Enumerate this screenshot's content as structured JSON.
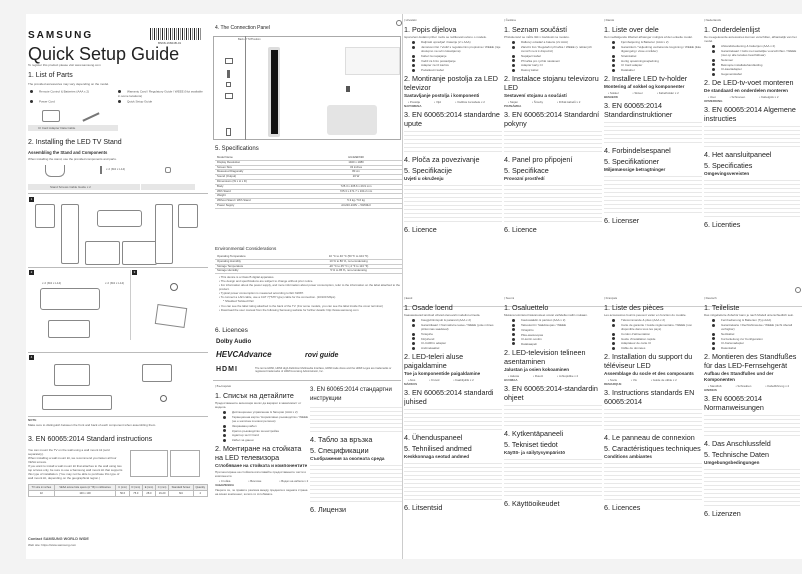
{
  "page1": {
    "brand": "SAMSUNG",
    "barcode_number": "BN68-16824B-01",
    "title": "Quick Setup Guide",
    "register_text": "To register this product please visit www.samsung.com",
    "list_of_parts": {
      "heading": "1. List of Parts",
      "note": "The provided accessories may vary depending on the model.",
      "items": [
        "Remote Control & Batteries (AAA x 2)",
        "Warranty Card / Regulatory Guide / WEEE (Not available in some locations)",
        "Power Cord",
        "Quick Setup Guide",
        "CI Card Adapter Data Cable"
      ]
    },
    "stand": {
      "heading": "2. Installing the LED TV Stand",
      "subheading": "Assembling the Stand and Components",
      "intro": "When installing the stand, use the provided components and parts.",
      "parts_caption": "Stand  Screws  Cable Guide x 2",
      "screw_label": "x 2 (M4 x L14)",
      "step_labels": [
        "1",
        "2",
        "3",
        "4"
      ],
      "screw_spec": "x 2 (M4 x L14)",
      "note_label": "NOTE",
      "note_text": "Make sure to distinguish between the front and back of each component when assembling them."
    },
    "en60065": {
      "heading": "3. EN 60065:2014 Standard instructions",
      "paragraphs": [
        "You can mount the TV on the wall using a wall mount kit (sold separately).",
        "When installing a wall mount kit, we recommend you fasten all four VESA screws.",
        "If you want to install a wall mount kit that attaches to the wall using two top screws only, be sure to use a Samsung wall mount kit that supports this type of installation. (You may not be able to purchase this type of wall mount kit, depending on the geographical region.)"
      ],
      "table": {
        "headers": [
          "TV size in inches",
          "VESA screw hole specs (A * B) in millimetres",
          "C (mm)",
          "D (mm)",
          "E (mm)",
          "C (mm)",
          "Standard Screw",
          "Quantity"
        ],
        "rows": [
          [
            "32",
            "100 x 100",
            "50.6",
            "75.0",
            "28.0",
            "16-20",
            "M4",
            "4"
          ]
        ]
      }
    },
    "contact": {
      "heading": "Contact SAMSUNG WORLD WIDE",
      "website": "Web site: https://www.samsung.com"
    },
    "connection_panel": {
      "heading": "4. The Connection Panel",
      "back_label": "Back of TV/Position",
      "ports": [
        "OPTICAL",
        "USB",
        "LAN",
        "HDMI",
        "HDMI",
        "HDMI",
        "ANT IN",
        "AV"
      ]
    },
    "specifications": {
      "heading": "5. Specifications",
      "rows": [
        [
          "Model Name",
          "HG32EF690"
        ],
        [
          "Display Resolution",
          "1920 x 1080"
        ],
        [
          "Screen Size",
          "32 inches"
        ],
        [
          "Measured Diagonally",
          "80 cm"
        ],
        [
          "Sound (Output)",
          "20 W"
        ],
        [
          "Dimensions (W x H x D)",
          ""
        ],
        [
          "Body",
          "725.3 x 435.6 x 29.9 mm"
        ],
        [
          "With Stand",
          "725.3 x 471.7 x 164.2 mm"
        ],
        [
          "Weight",
          ""
        ],
        [
          "Without Stand / With Stand",
          "5.3 kg / 5.6 kg"
        ],
        [
          "Power Supply",
          "AC220-240V ~ 50/60Hz"
        ]
      ]
    },
    "environment": {
      "heading": "Environmental Considerations",
      "rows": [
        [
          "Operating Temperature",
          "10 °C to 40 °C (50 °F to 104 °F)"
        ],
        [
          "Operating Humidity",
          "10 % to 80 %, non-condensing"
        ],
        [
          "Storage Temperature",
          "-20 °C to 45 °C (-4 °F to 113 °F)"
        ],
        [
          "Storage Humidity",
          "5 % to 95 %, non-condensing"
        ]
      ],
      "bullets": [
        "This device is a Class B digital apparatus.",
        "The design and specifications are subject to change without prior notice.",
        "For information about the power supply, and more information about power consumption, refer to the information on the label attached to the product.",
        "Typical power consumption is measured according to IEC 62087.",
        "To connect a LAN cable, use a CAT 7(*STP type) cable for the connection. (10/100 Mbps)",
        "* Shielded Twisted Pair",
        "You can see the label rating attached to the back of the TV. (For some models, you can see the label inside the cover terminal.)",
        "Download the user manual from the following Samsung website for further details: http://www.samsung.com"
      ]
    },
    "licences": {
      "heading": "6. Licences",
      "dolby": "Dolby Audio",
      "hevc": "HEVCAdvance",
      "rovi": "rovi guide",
      "hdmi": "HDMI",
      "hdmi_text": "The terms HDMI, HDMI High-Definition Multimedia Interface, HDMI trade dress and the HDMI Logos are trademarks or registered trademarks of HDMI Licensing Administrator, Inc."
    },
    "bulgarian": {
      "lang": "| Български",
      "h1": "1. Списък на детайлите",
      "intro": "Предоставените аксесоари могат да варират в зависимост от модела.",
      "items": [
        "Дистанционно управление & батерии (AAA x 2)",
        "Гаранционна карта / Нормативно ръководство / WEEE (не е наличен в някои региони)",
        "Захранващ кабел",
        "Кратко ръководство за настройка",
        "Адаптер за CI Card",
        "Кабел за данни"
      ],
      "h2": "2. Монтиране на стойката на LED телевизора",
      "sub2": "Сглобяване на стойката и компонентите",
      "intro2": "При монтиране на стойката използвайте предоставените части и компоненти.",
      "parts2": [
        "Стойка",
        "Винтове",
        "Водач на кабела x 2"
      ],
      "note_label": "ЗАБЕЛЕЖКА",
      "note": "Уверете се, че правите разлика между предната и задната страна на всеки компонент, когато ги сглобявате.",
      "h3": "3. EN 60065:2014 стандартни инструкции",
      "h4": "4. Табло за връзка",
      "h5": "5. Спецификации",
      "sub5": "Съображения за околната среда",
      "h6": "6. Лицензи"
    }
  },
  "page2": {
    "languages": [
      {
        "lang": "| Hrvatski",
        "h1": "1. Popis dijelova",
        "intro": "Isporučeni dodatni pribor može se razlikovati ovisno o modelu.",
        "items": [
          "Daljinski upravljač i baterije (2 x AAA)",
          "Jamstveni list / Vodič s regulatornim propisima / WEEE (nije dostupno na svim lokacijama)",
          "Kabel za napajanje",
          "Vodič za brzo postavljanje",
          "Adapter za CI karticu",
          "Podatkovni kabel"
        ],
        "h2": "2. Montiranje postolja za LED televizor",
        "sub2": "Sastavljanje postolja i komponenti",
        "parts2": [
          "Postolje",
          "Vijci",
          "Vodilica za kabele x 2"
        ],
        "note_label": "NAPOMENA",
        "h3": "3. EN 60065:2014 standardne upute",
        "h4": "4. Ploča za povezivanje",
        "h5": "5. Specifikacije",
        "sub5": "Uvjeti u okruženju",
        "h6": "6. Licence"
      },
      {
        "lang": "| Čeština",
        "h1": "1. Seznam součástí",
        "intro": "Příslušenství se může lišit v závislosti na modelu.",
        "items": [
          "Dálkový ovladač a baterie (2x AAA)",
          "Záruční list / Regulační příručka / WEEE (v některých zemích není k dispozici)",
          "Napájecí kabel",
          "Příručka pro rychlé nastavení",
          "Adaptér karty CI",
          "Datový kabel"
        ],
        "h2": "2. Instalace stojanu televizoru LED",
        "sub2": "Sestavení stojanu a součástí",
        "parts2": [
          "Stojan",
          "Šrouby",
          "Držák kabelů x 2"
        ],
        "note_label": "POZNÁMKA",
        "h3": "3. EN 60065:2014 Standardní pokyny",
        "h4": "4. Panel pro připojení",
        "h5": "5. Specifikace",
        "sub5": "Provozní prostředí",
        "h6": "6. Licence"
      },
      {
        "lang": "| Dansk",
        "h1": "1. Liste over dele",
        "intro": "Det medfølgende tilbehør afhænger muligvis af den enkelte model.",
        "items": [
          "Fjernbetjening & Batterier (AAA x 2)",
          "Garantikort / Vejledning vedrørende lovgivning / WEEE (ikke tilgængelig i visse områder)",
          "Strømkabel",
          "Hurtig opsætningsvejledning",
          "CI Card adapter",
          "Datakabel"
        ],
        "h2": "2. Installere LED tv-holder",
        "sub2": "Montering af sokkel og komponenter",
        "parts2": [
          "Sokkel",
          "Skruer",
          "Kabelholder x 2"
        ],
        "note_label": "BEMÆRK",
        "h3": "3. EN 60065:2014 Standardinstruktioner",
        "h4": "4. Forbindelsespanel",
        "h5": "5. Specifikationer",
        "sub5": "Miljømæssige betragtninger",
        "h6": "6. Licenser"
      },
      {
        "lang": "| Nederlands",
        "h1": "1. Onderdelenlijst",
        "intro": "De meegeleverde accessoires kunnen verschillen, afhankelijk van het model.",
        "items": [
          "Afstandsbediening & batterijen (AAA x 2)",
          "Garantiekaart / Gids met wettelijke voorschriften / WEEE (niet op alle locaties beschikbaar)",
          "Netsnoer",
          "Beknopte installatiehandleiding",
          "CI-kaartadapter",
          "Gegevenskabel"
        ],
        "h2": "2. De LED-tv-voet monteren",
        "sub2": "De standaard en onderdelen monteren",
        "parts2": [
          "Voet",
          "Schroeven",
          "Kabelgids x 2"
        ],
        "note_label": "OPMERKING",
        "h3": "3. EN 60065:2014 Algemene instructies",
        "h4": "4. Het aansluitpaneel",
        "h5": "5. Specificaties",
        "sub5": "Omgevingsvereisten",
        "h6": "6. Licenties"
      },
      {
        "lang": "| Eesti",
        "h1": "1. Osade loend",
        "intro": "Kaasasolevad tarvikud võivad olenevalt mudelist erineda.",
        "items": [
          "Kaugjuhtimispult & patareid (AAA x 2)",
          "Garantiikaart / Normatiivne teave / WEEE (pole mõnes piirkonnas saadaval)",
          "Toitejuhe",
          "Kiirjuhend",
          "CI-CARD-i adapter",
          "Andmekaabel"
        ],
        "h2": "2. LED-teleri aluse paigaldamine",
        "sub2": "Toe ja komponentide paigaldamine",
        "parts2": [
          "Alus",
          "Kruvid",
          "Kaablijuhik x 2"
        ],
        "note_label": "MÄRKUS",
        "h3": "3. EN 60065:2014 standardi juhised",
        "h4": "4. Ühenduspaneel",
        "h5": "5. Tehnilised andmed",
        "sub5": "Keskkonnaga seotud andmed",
        "h6": "6. Litsentsid"
      },
      {
        "lang": "| Suomi",
        "h1": "1. Osaluettelo",
        "intro": "Mukana toimitetut lisävarusteet voivat vaihdella mallin mukaan.",
        "items": [
          "Kaukosäädin & paristot (AAA x 2)",
          "Takuukortti / Säädösopas / WEEE",
          "Virtajohto",
          "Pika-asetusopas",
          "CI-kortin sovitin",
          "Datakaapeli"
        ],
        "h2": "2. LED-television telineen asentaminen",
        "sub2": "Jalustan ja osien kokoaminen",
        "parts2": [
          "Jalusta",
          "Ruuvit",
          "Johtopidike x 2"
        ],
        "note_label": "HUOMAA",
        "h3": "3. EN 60065:2014-standardin ohjeet",
        "h4": "4. Kytkentäpaneeli",
        "h5": "5. Tekniset tiedot",
        "sub5": "Käyttö- ja säilytysympäristö",
        "h6": "6. Käyttöoikeudet"
      },
      {
        "lang": "| Français",
        "h1": "1. Liste des pièces",
        "intro": "Les accessoires fournis peuvent varier en fonction du modèle.",
        "items": [
          "Télécommande & piles (AAA x 2)",
          "Carte de garantie / Guide réglementaire / WEEE (non disponible dans tous les pays)",
          "Cordon d'alimentation",
          "Guide d'installation rapide",
          "Adaptateur de carte CI",
          "Câble de données"
        ],
        "h2": "2. Installation du support du téléviseur LED",
        "sub2": "Assemblage du socle et des composants",
        "parts2": [
          "Socle",
          "Vis",
          "Guide de câble x 2"
        ],
        "note_label": "REMARQUE",
        "h3": "3. Instructions standards EN 60065:2014",
        "h4": "4. Le panneau de connexion",
        "h5": "5. Caractéristiques techniques",
        "sub5": "Conditions ambiantes",
        "h6": "6. Licences"
      },
      {
        "lang": "| Deutsch",
        "h1": "1. Teileliste",
        "intro": "Das mitgelieferte Zubehör kann je nach Modell unterschiedlich sein.",
        "items": [
          "Fernbedienung & Batterien (Typ AAA)",
          "Garantiekarte / Rechtshinweise / WEEE (nicht überall verfügbar)",
          "Netzkabel",
          "Kurzanleitung zur Konfiguration",
          "CI-Kartenadapter",
          "Datenkabel"
        ],
        "h2": "2. Montieren des Standfußes für das LED-Fernsehgerät",
        "sub2": "Aufbau des Standfußes und der Komponenten",
        "parts2": [
          "Standfuß",
          "Schrauben",
          "Kabelführung x 2"
        ],
        "note_label": "HINWEIS",
        "h3": "3. EN 60065:2014 Normanweisungen",
        "h4": "4. Das Anschlussfeld",
        "h5": "5. Technische Daten",
        "sub5": "Umgebungsbedingungen",
        "h6": "6. Lizenzen"
      }
    ]
  }
}
